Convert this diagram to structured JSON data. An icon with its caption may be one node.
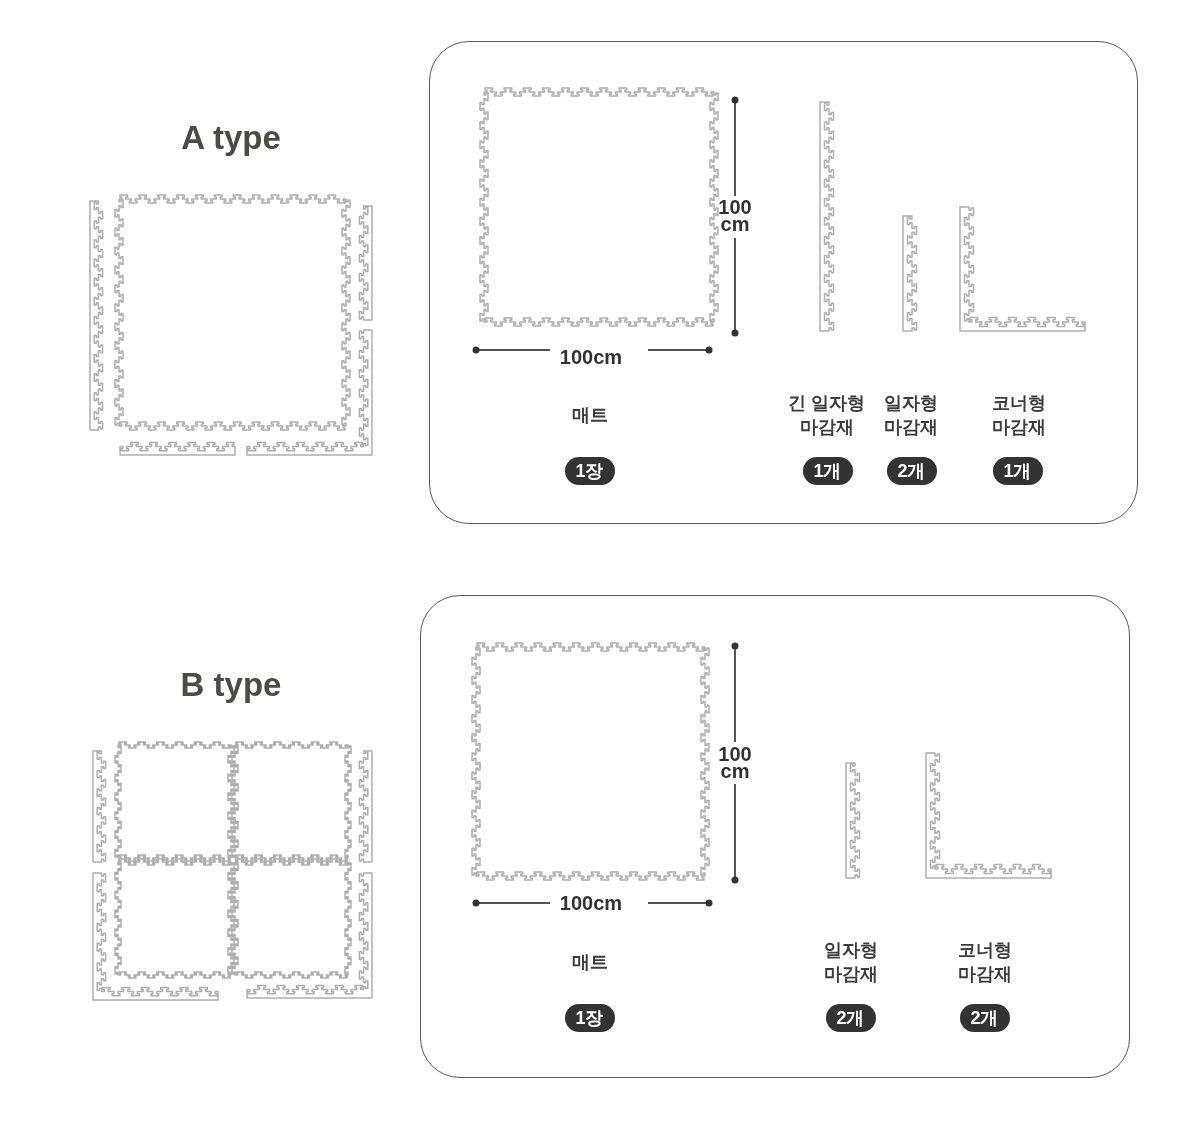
{
  "diagram": {
    "nodes": [
      {
        "text": [],
        "shape": "box"
      },
      {
        "text": [
          "1장"
        ],
        "beside": [
          "매트"
        ],
        "in": 0
      },
      {
        "text": [
          "1개"
        ],
        "beside": [
          "긴 일자형 마감재"
        ],
        "in": 0
      },
      {
        "text": [
          "2개"
        ],
        "beside": [
          "일자형 마감재"
        ],
        "in": 0
      },
      {
        "text": [
          "1개"
        ],
        "beside": [
          "코너형 마감재"
        ],
        "in": 0
      },
      {
        "text": [],
        "shape": "box"
      },
      {
        "text": [
          "1장"
        ],
        "beside": [
          "매트"
        ],
        "in": 5
      },
      {
        "text": [
          "2개"
        ],
        "beside": [
          "일자형 마감재"
        ],
        "in": 5
      },
      {
        "text": [
          "2개"
        ],
        "beside": [
          "코너형 마감재"
        ],
        "in": 5
      }
    ],
    "labels": [
      "A type",
      "100 cm",
      "100cm",
      "B type",
      "100 cm",
      "100cm"
    ]
  }
}
